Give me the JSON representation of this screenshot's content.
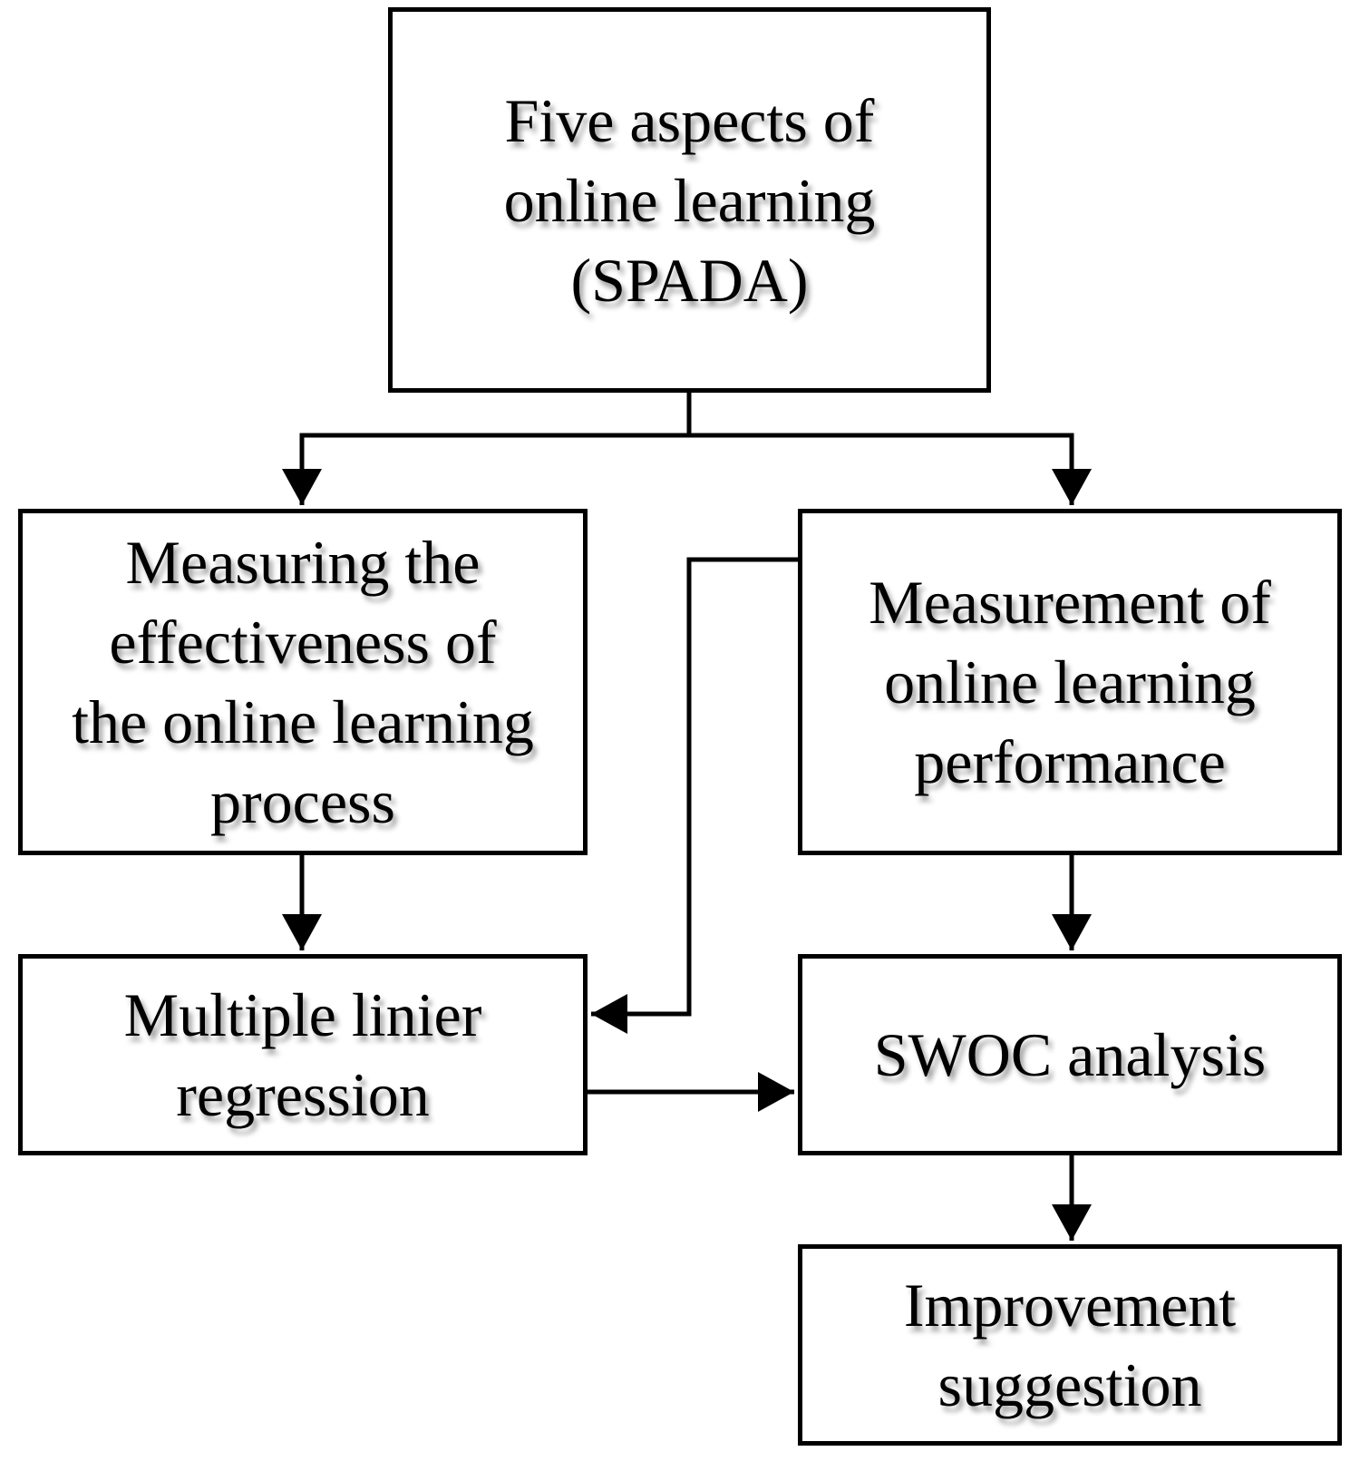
{
  "diagram": {
    "nodes": {
      "top": [
        "Five aspects of",
        "online learning",
        "(SPADA)"
      ],
      "left": [
        "Measuring the",
        "effectiveness of",
        "the online learning",
        "process"
      ],
      "right": [
        "Measurement of",
        "online learning",
        "performance"
      ],
      "mlr": [
        "Multiple linier",
        "regression"
      ],
      "swoc": [
        "SWOC analysis"
      ],
      "improve": [
        "Improvement",
        "suggestion"
      ]
    },
    "edges": [
      {
        "from": "top",
        "to": "left"
      },
      {
        "from": "top",
        "to": "right"
      },
      {
        "from": "left",
        "to": "mlr"
      },
      {
        "from": "right",
        "to": "mlr"
      },
      {
        "from": "right",
        "to": "swoc"
      },
      {
        "from": "mlr",
        "to": "swoc"
      },
      {
        "from": "swoc",
        "to": "improve"
      }
    ]
  }
}
